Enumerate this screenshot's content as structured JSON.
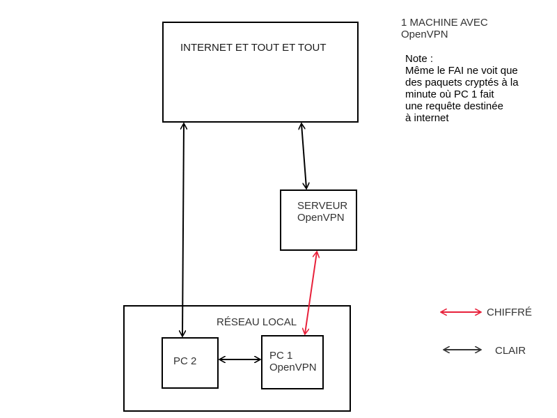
{
  "title": {
    "line1": "1 MACHINE AVEC",
    "line2": "OpenVPN"
  },
  "note": {
    "label": "Note :",
    "lines": [
      "Même le FAI ne voit que",
      "des paquets cryptés à la",
      "minute où PC 1 fait",
      "une requête destinée",
      "à internet"
    ]
  },
  "nodes": {
    "internet": {
      "label": "INTERNET ET TOUT ET TOUT"
    },
    "server": {
      "line1": "SERVEUR",
      "line2": "OpenVPN"
    },
    "local_network": {
      "label": "RÉSEAU LOCAL"
    },
    "pc2": {
      "label": "PC 2"
    },
    "pc1": {
      "line1": "PC 1",
      "line2": "OpenVPN"
    }
  },
  "legend": {
    "encrypted": {
      "label": "CHIFFRÉ",
      "color": "#e8203a"
    },
    "clear": {
      "label": "CLAIR",
      "color": "#333333"
    }
  },
  "connections": [
    {
      "from": "internet",
      "to": "pc2",
      "type": "clear"
    },
    {
      "from": "internet",
      "to": "server",
      "type": "clear"
    },
    {
      "from": "server",
      "to": "pc1",
      "type": "encrypted"
    },
    {
      "from": "pc2",
      "to": "pc1",
      "type": "clear"
    }
  ]
}
